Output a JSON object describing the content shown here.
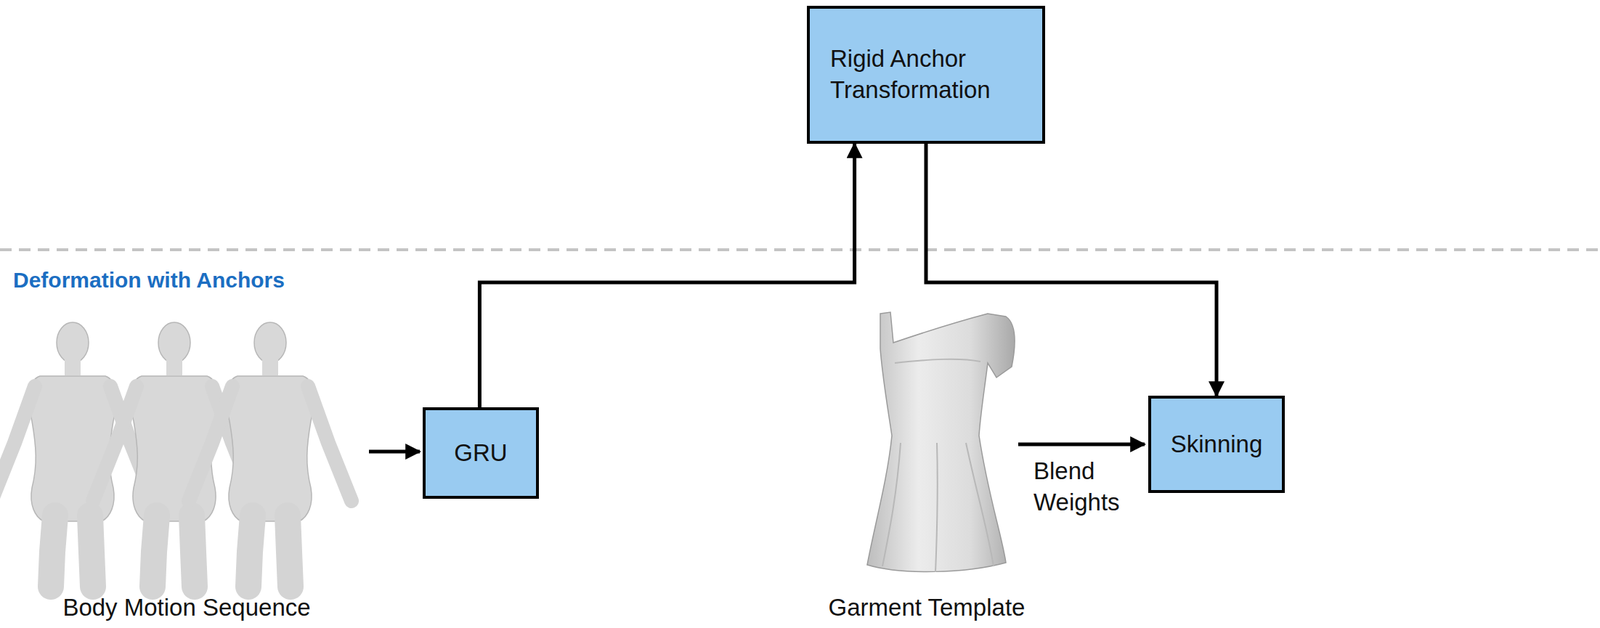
{
  "diagram": {
    "nodes": [
      {
        "text": [
          "Rigid Anchor Transformation"
        ]
      },
      {
        "text": [
          "GRU"
        ]
      },
      {
        "text": [
          "Skinning"
        ]
      }
    ],
    "edges": [
      {
        "from": 1,
        "to": 0,
        "arrow": "to"
      },
      {
        "from": 0,
        "to": 2,
        "arrow": "to"
      }
    ],
    "labels": [
      "Deformation with Anchors",
      "Body Motion Sequence",
      "Garment Template",
      "Blend Weights"
    ]
  }
}
